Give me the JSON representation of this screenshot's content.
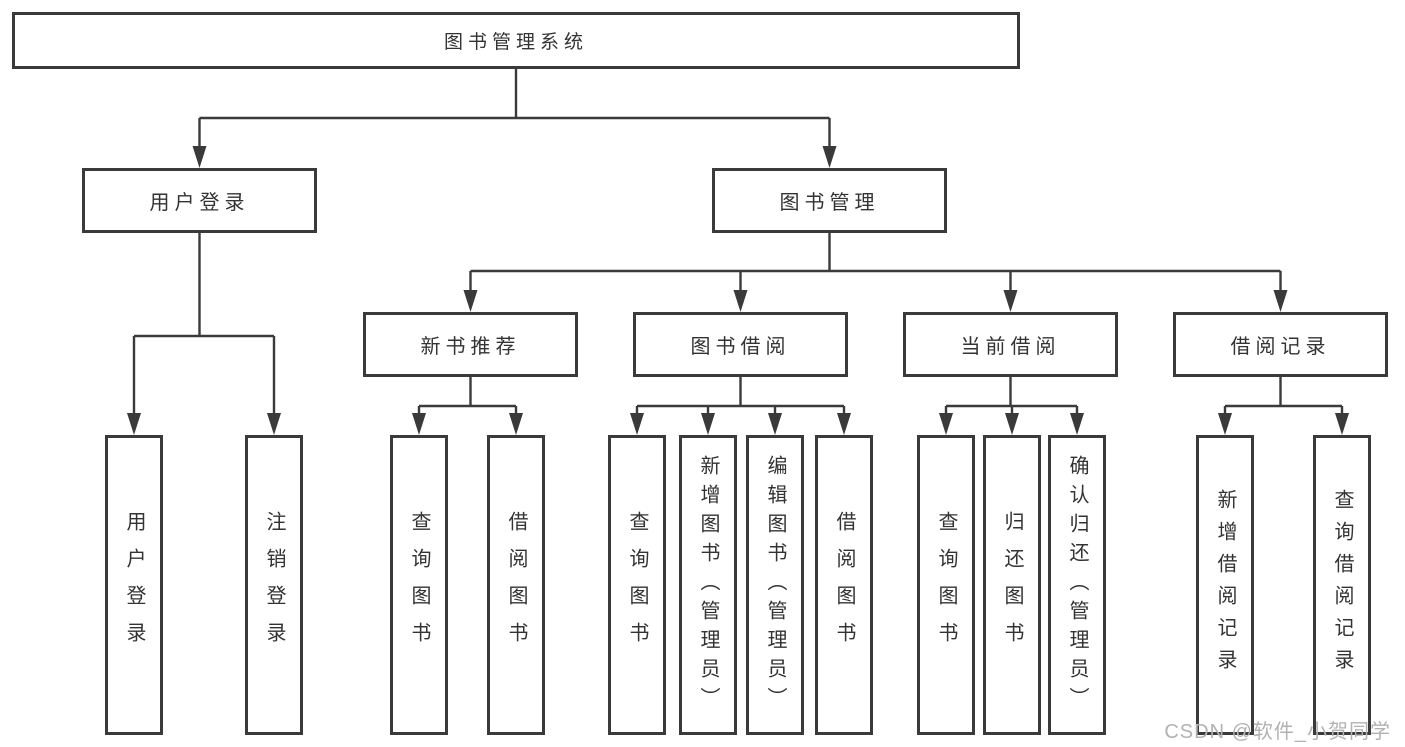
{
  "tree": {
    "root": "图书管理系统",
    "branches": [
      {
        "label": "用户登录",
        "children": [
          "用户登录",
          "注销登录"
        ]
      },
      {
        "label": "图书管理",
        "sections": [
          {
            "label": "新书推荐",
            "children": [
              "查询图书",
              "借阅图书"
            ]
          },
          {
            "label": "图书借阅",
            "children": [
              "查询图书",
              "新增图书（管理员）",
              "编辑图书（管理员）",
              "借阅图书"
            ]
          },
          {
            "label": "当前借阅",
            "children": [
              "查询图书",
              "归还图书",
              "确认归还（管理员）"
            ]
          },
          {
            "label": "借阅记录",
            "children": [
              "新增借阅记录",
              "查询借阅记录"
            ]
          }
        ]
      }
    ]
  },
  "watermark": {
    "text": "CSDN @软件_小贺同学"
  },
  "colors": {
    "line": "#3a3a3a",
    "text": "#333333",
    "watermark": "#b2b2b2",
    "background": "#ffffff"
  }
}
